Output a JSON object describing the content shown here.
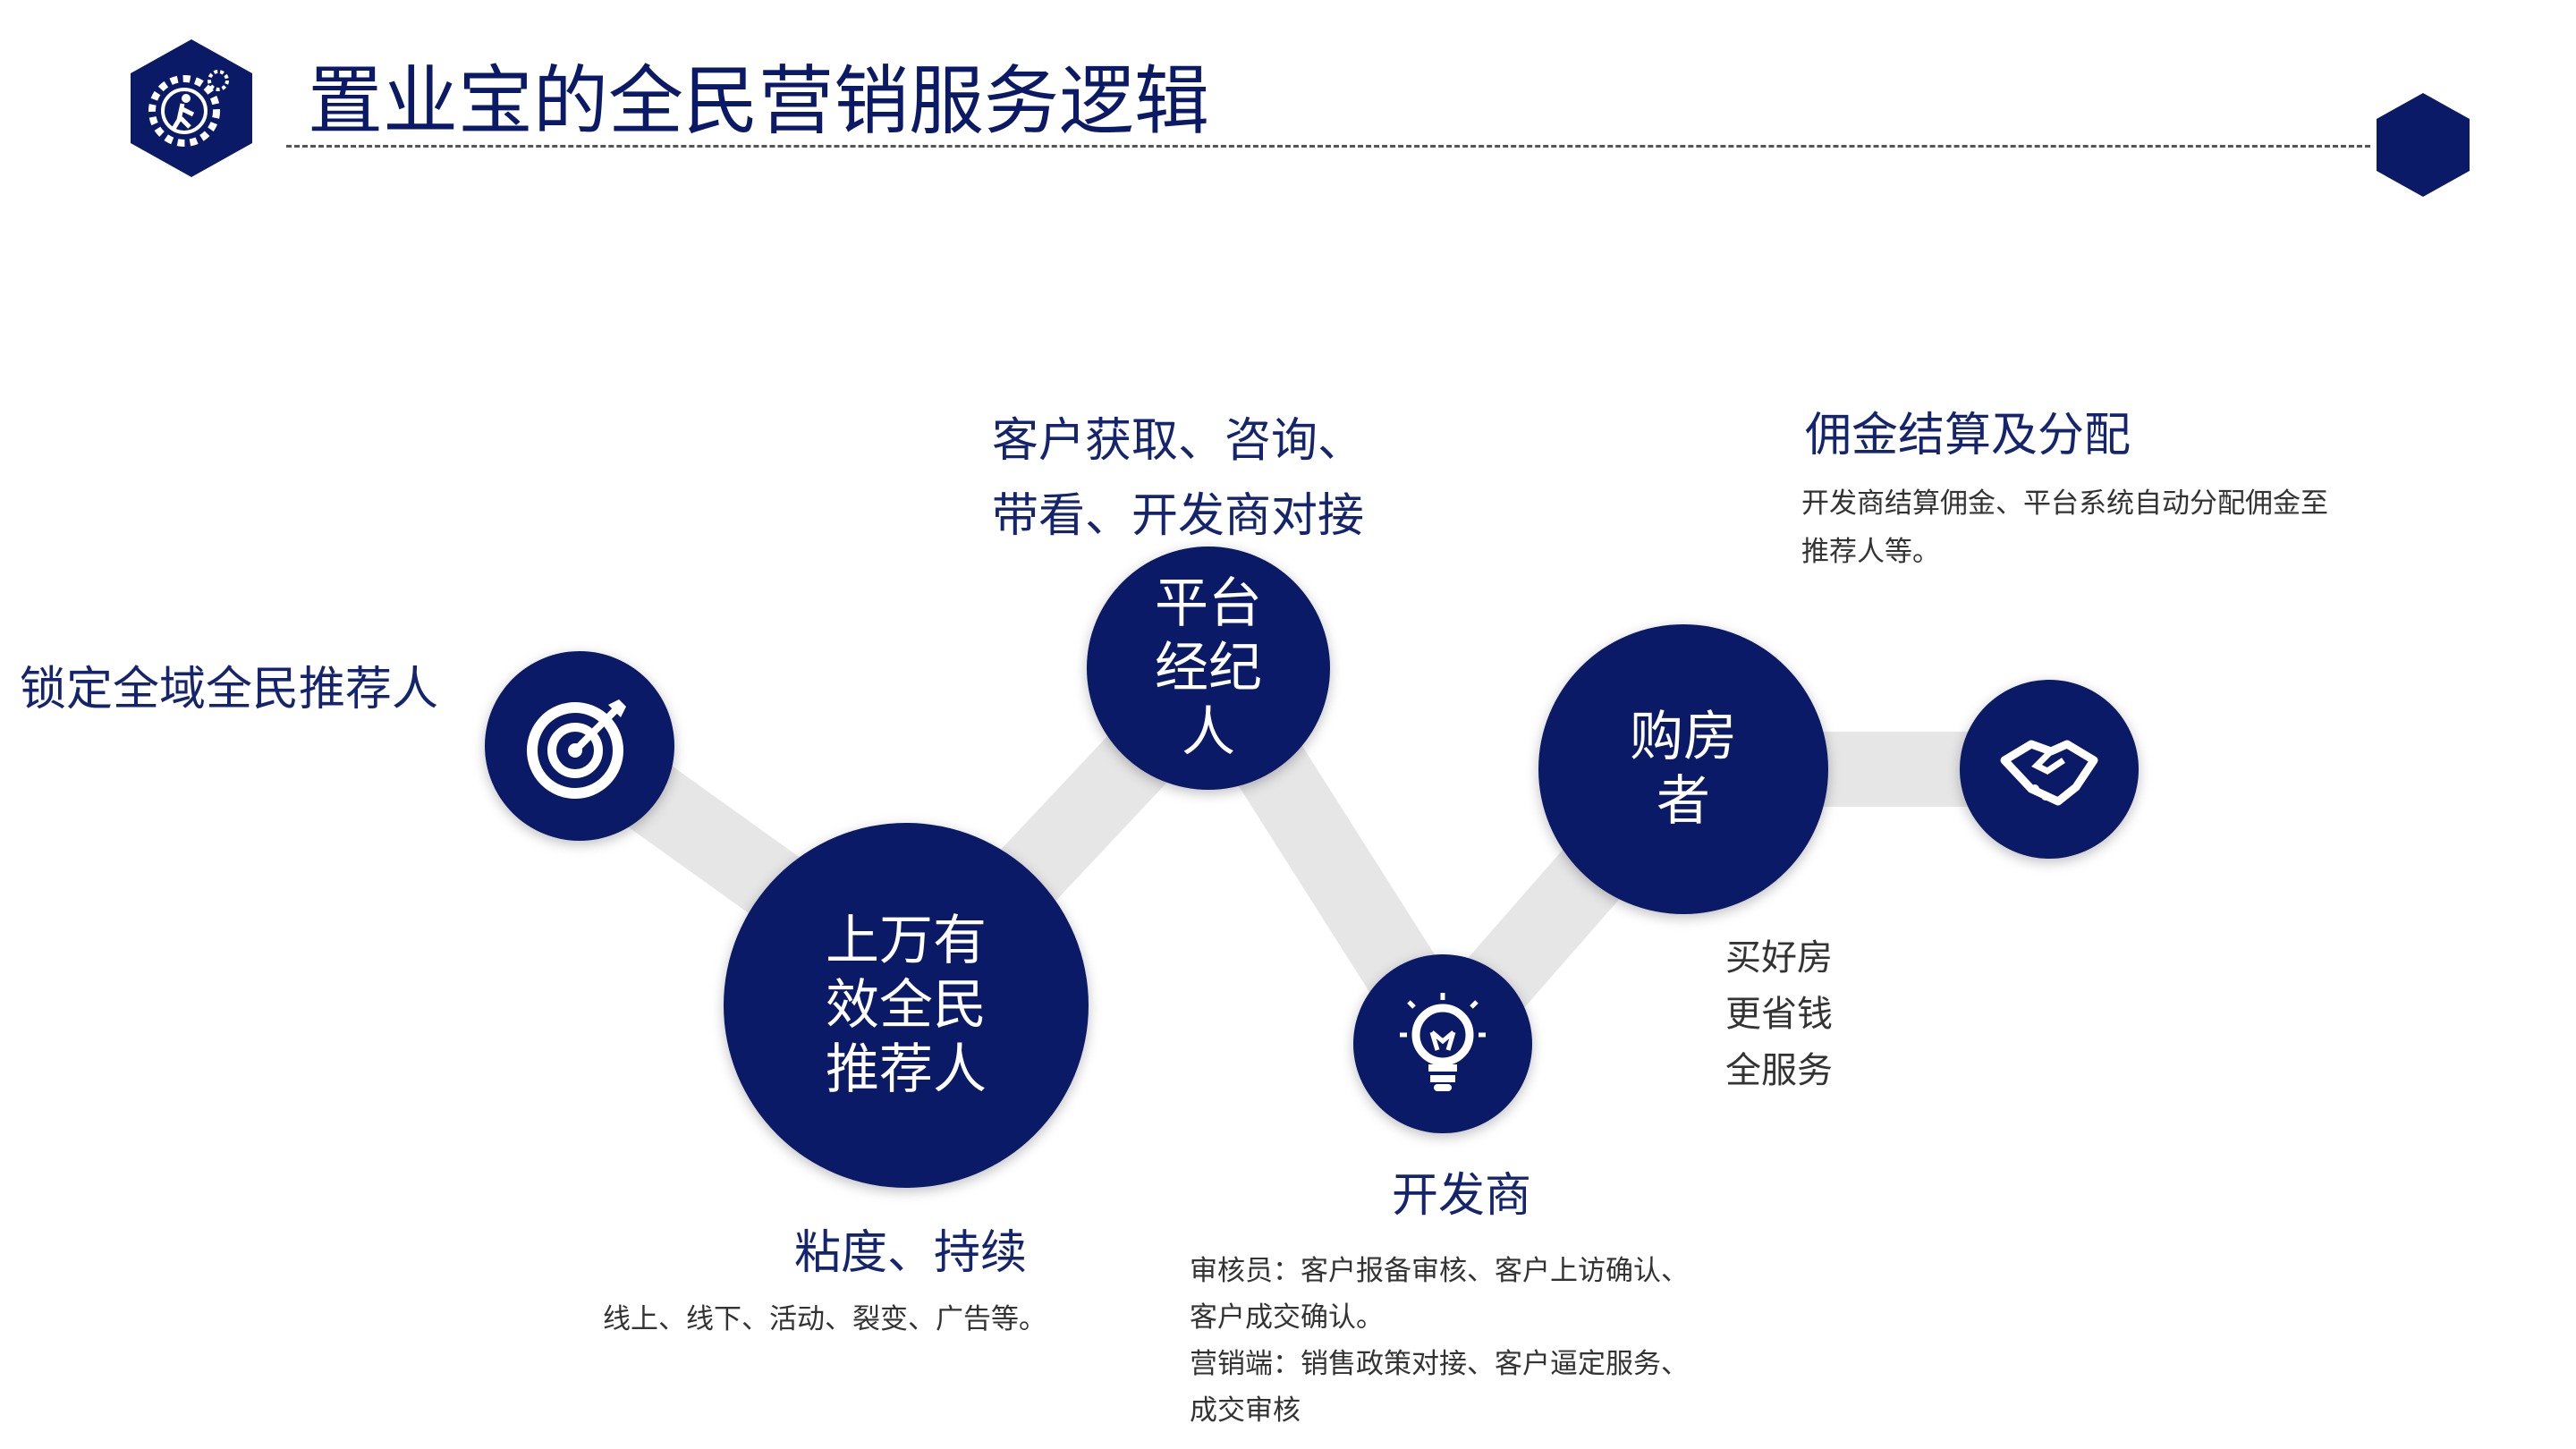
{
  "title": "置业宝的全民营销服务逻辑",
  "colors": {
    "primary": "#0b1a66",
    "connector": "#e6e6e6"
  },
  "nodes": {
    "recommender": {
      "label": "锁定全域全民推荐人",
      "icon": "target-icon"
    },
    "mass": {
      "lines": [
        "上万有",
        "效全民",
        "推荐人"
      ],
      "heading": "粘度、持续",
      "desc": "线上、线下、活动、裂变、广告等。"
    },
    "platform": {
      "lines": [
        "平台",
        "经纪",
        "人"
      ],
      "heading_lines": [
        "客户获取、咨询、",
        "带看、开发商对接"
      ]
    },
    "developer": {
      "icon": "lightbulb-icon",
      "heading": "开发商",
      "desc_lines": [
        "审核员：客户报备审核、客户上访确认、",
        "客户成交确认。",
        "营销端：销售政策对接、客户逼定服务、",
        "成交审核"
      ]
    },
    "buyer": {
      "lines": [
        "购房",
        "者"
      ],
      "benefits": [
        "买好房",
        "更省钱",
        "全服务"
      ]
    },
    "settlement": {
      "icon": "handshake-icon",
      "heading": "佣金结算及分配",
      "desc_lines": [
        "开发商结算佣金、平台系统自动分配佣金至",
        "推荐人等。"
      ]
    }
  }
}
